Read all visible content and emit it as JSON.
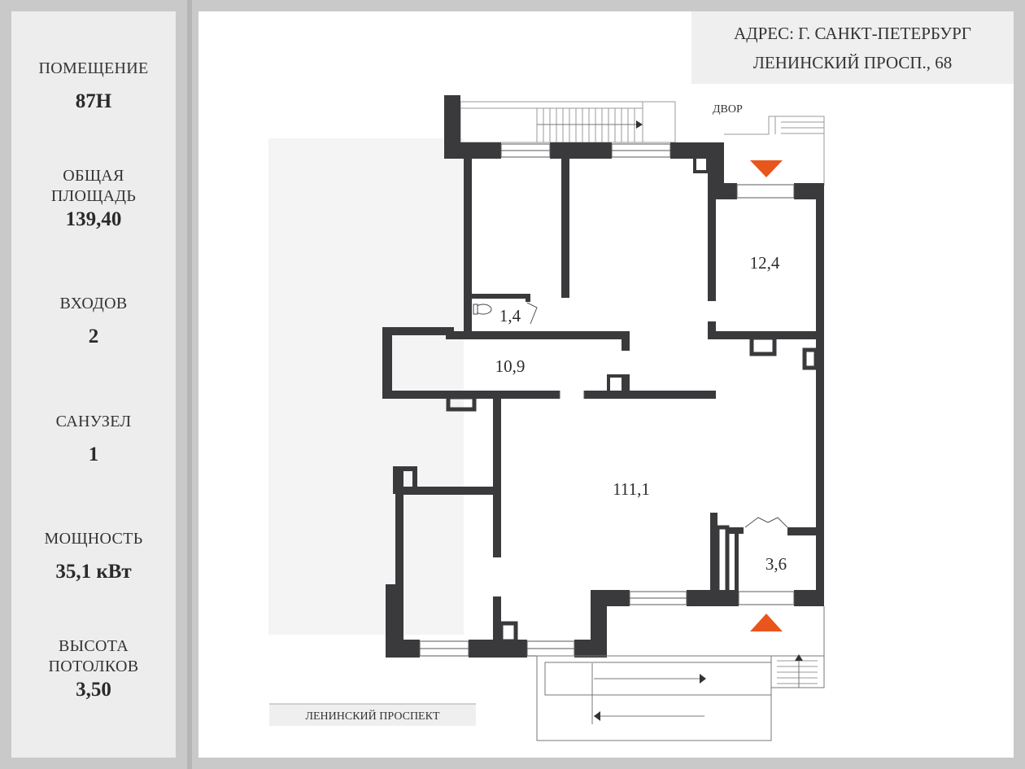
{
  "sidebar": {
    "stats": [
      {
        "label": "ПОМЕЩЕНИЕ",
        "value": "87Н"
      },
      {
        "label": "ОБЩАЯ\nПЛОЩАДЬ",
        "value": "139,40"
      },
      {
        "label": "ВХОДОВ",
        "value": "2"
      },
      {
        "label": "САНУЗЕЛ",
        "value": "1"
      },
      {
        "label": "МОЩНОСТЬ",
        "value": "35,1 кВт"
      },
      {
        "label": "ВЫСОТА\nПОТОЛКОВ",
        "value": "3,50"
      }
    ]
  },
  "header": {
    "address_line1": "АДРЕС: Г. САНКТ-ПЕТЕРБУРГ",
    "address_line2": "ЛЕНИНСКИЙ ПРОСП., 68"
  },
  "plan": {
    "courtyard_label": "ДВОР",
    "street_label": "ЛЕНИНСКИЙ ПРОСПЕКТ",
    "rooms": {
      "room_12_4": "12,4",
      "room_1_4": "1,4",
      "room_10_9": "10,9",
      "room_111_1": "111,1",
      "room_3_6": "3,6"
    },
    "entrances": [
      {
        "name": "courtyard entrance",
        "arrow": "down"
      },
      {
        "name": "street entrance",
        "arrow": "up"
      }
    ],
    "colors": {
      "wall": "#3a3a3c",
      "entrance_arrow": "#e8561e",
      "shadow": "#f2f2f2"
    }
  }
}
